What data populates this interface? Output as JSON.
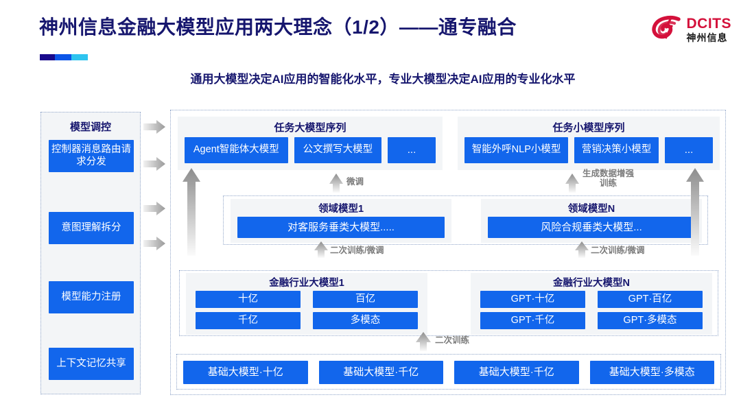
{
  "header": {
    "title": "神州信息金融大模型应用两大理念（1/2）——通专融合",
    "subtitle": "通用大模型决定AI应用的智能化水平，专业大模型决定AI应用的专业化水平",
    "logo_en": "DCITS",
    "logo_cn": "神州信息",
    "accent_colors": [
      "#190a8c",
      "#0c55e8",
      "#2ec4ef"
    ],
    "title_color": "#16166e",
    "logo_color": "#d4113b"
  },
  "control_panel": {
    "title": "模型调控",
    "items": [
      "控制器消息路由请求分发",
      "意图理解拆分",
      "模型能力注册",
      "上下文记忆共享"
    ]
  },
  "task_sequences": [
    {
      "title": "任务大模型序列",
      "chips": [
        "Agent智能体大模型",
        "公文撰写大模型",
        "..."
      ]
    },
    {
      "title": "任务小模型序列",
      "chips": [
        "智能外呼NLP小模型",
        "营销决策小模型",
        "..."
      ]
    }
  ],
  "domain_models": [
    {
      "title": "领域模型1",
      "chip": "对客服务垂类大模型....."
    },
    {
      "title": "领域模型N",
      "chip": "风险合规垂类大模型..."
    }
  ],
  "industry_models": [
    {
      "title": "金融行业大模型1",
      "chips": [
        "十亿",
        "百亿",
        "千亿",
        "多模态"
      ]
    },
    {
      "title": "金融行业大模型N",
      "chips": [
        "GPT·十亿",
        "GPT·百亿",
        "GPT·千亿",
        "GPT·多模态"
      ]
    }
  ],
  "base_models": [
    "基础大模型·十亿",
    "基础大模型·千亿",
    "基础大模型·千亿",
    "基础大模型·多模态"
  ],
  "arrow_labels": {
    "fine_tune": "微调",
    "data_aug": "生成数据增强\n训练",
    "retrain_tune_left": "二次训练/微调",
    "retrain_tune_right": "二次训练/微调",
    "retrain": "二次训练"
  },
  "colors": {
    "chip_blue": "#1266ec",
    "panel_gray": "#f3f5f7",
    "border_dotted": "#8fa4c8",
    "label_gray": "#7b7b7b"
  }
}
